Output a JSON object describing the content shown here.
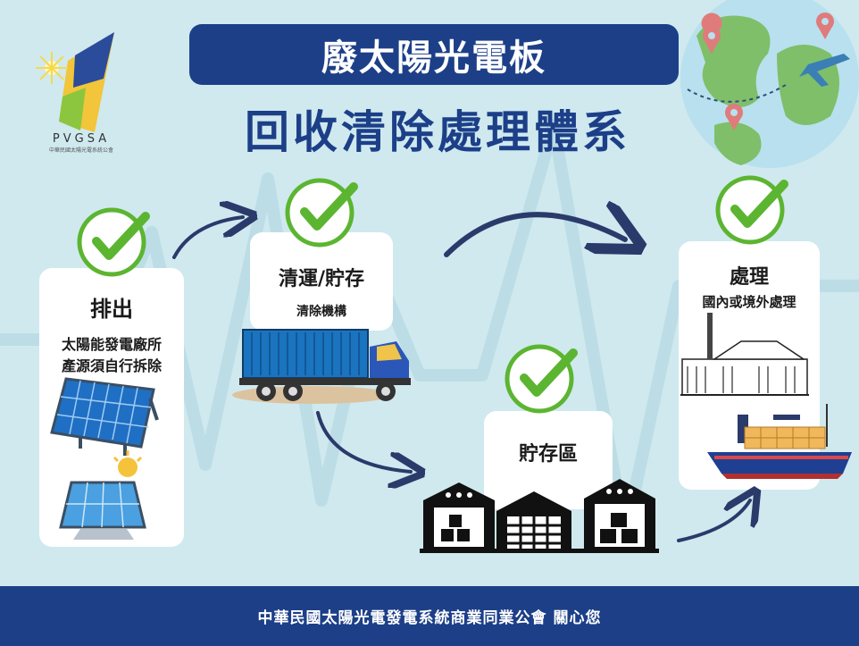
{
  "title": {
    "main": "廢太陽光電板",
    "sub": "回收清除處理體系"
  },
  "logo": {
    "name": "PVGSA",
    "subtext": "中華民國太陽光電系統公會"
  },
  "steps": [
    {
      "title": "排出",
      "lines": [
        "太陽能發電廠所",
        "產源須自行拆除"
      ],
      "icon": "solar-panel-icon"
    },
    {
      "title": "清運/貯存",
      "lines": [
        "清除機構"
      ],
      "icon": "truck-icon"
    },
    {
      "title": "貯存區",
      "lines": [],
      "icon": "warehouse-icon"
    },
    {
      "title": "處理",
      "lines": [
        "國內或境外處理"
      ],
      "icon": "factory-ship-icon"
    }
  ],
  "footer": {
    "text": "中華民國太陽光電發電系統商業同業公會  關心您"
  },
  "colors": {
    "navy": "#1c3f88",
    "check_green": "#5cb531",
    "background": "#cfe9ef"
  }
}
